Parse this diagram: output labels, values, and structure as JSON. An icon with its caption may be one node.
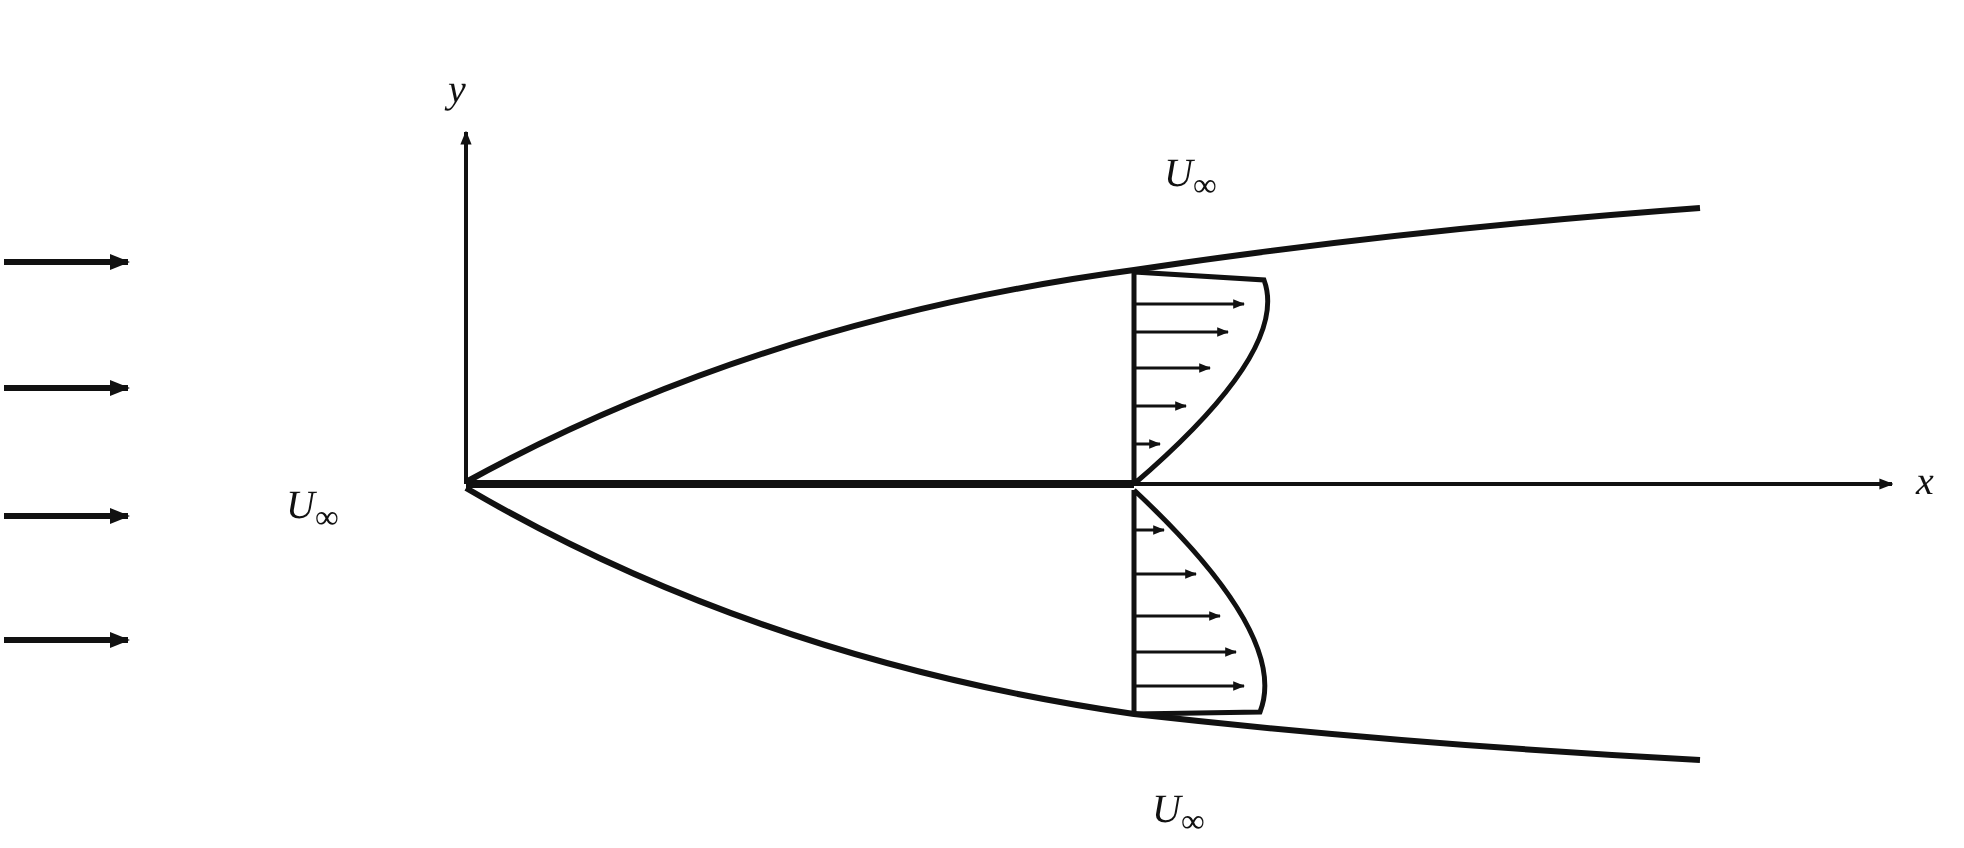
{
  "diagram": {
    "labels": [
      "*y*",
      "*U*$_{∞}$",
      "*x*",
      "*U*$_{∞}$",
      "*U*$_{∞}$"
    ]
  }
}
